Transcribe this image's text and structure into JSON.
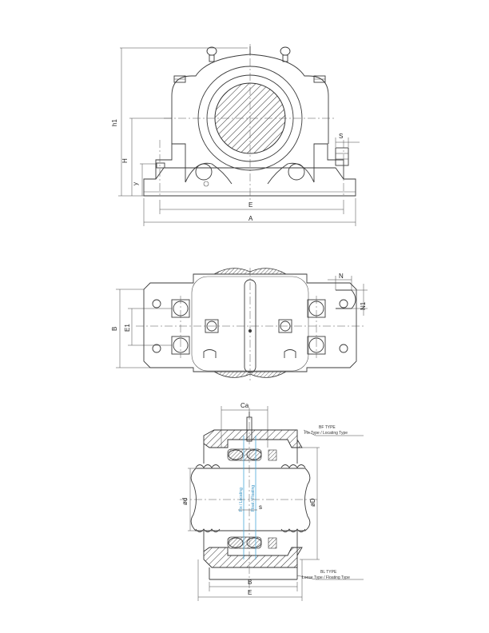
{
  "views": {
    "front": {
      "labels": {
        "h1": "h1",
        "H": "H",
        "y": "y",
        "S": "S",
        "E": "E",
        "A": "A"
      }
    },
    "top": {
      "labels": {
        "B": "B",
        "E1": "E1",
        "N": "N",
        "N1": "N1"
      }
    },
    "section": {
      "labels": {
        "Ca": "Ca",
        "d": "ød",
        "D": "øD",
        "s": "s",
        "B": "B",
        "E": "E"
      },
      "notes": {
        "bf_type": "BF TYPE",
        "bf_desc": "Fix Type / Locating Type",
        "bl_type": "BL TYPE",
        "bl_desc": "Loose Type / Floating Type",
        "center_fix": "Fix / Locating",
        "center_float": "Float / Floating"
      }
    }
  }
}
